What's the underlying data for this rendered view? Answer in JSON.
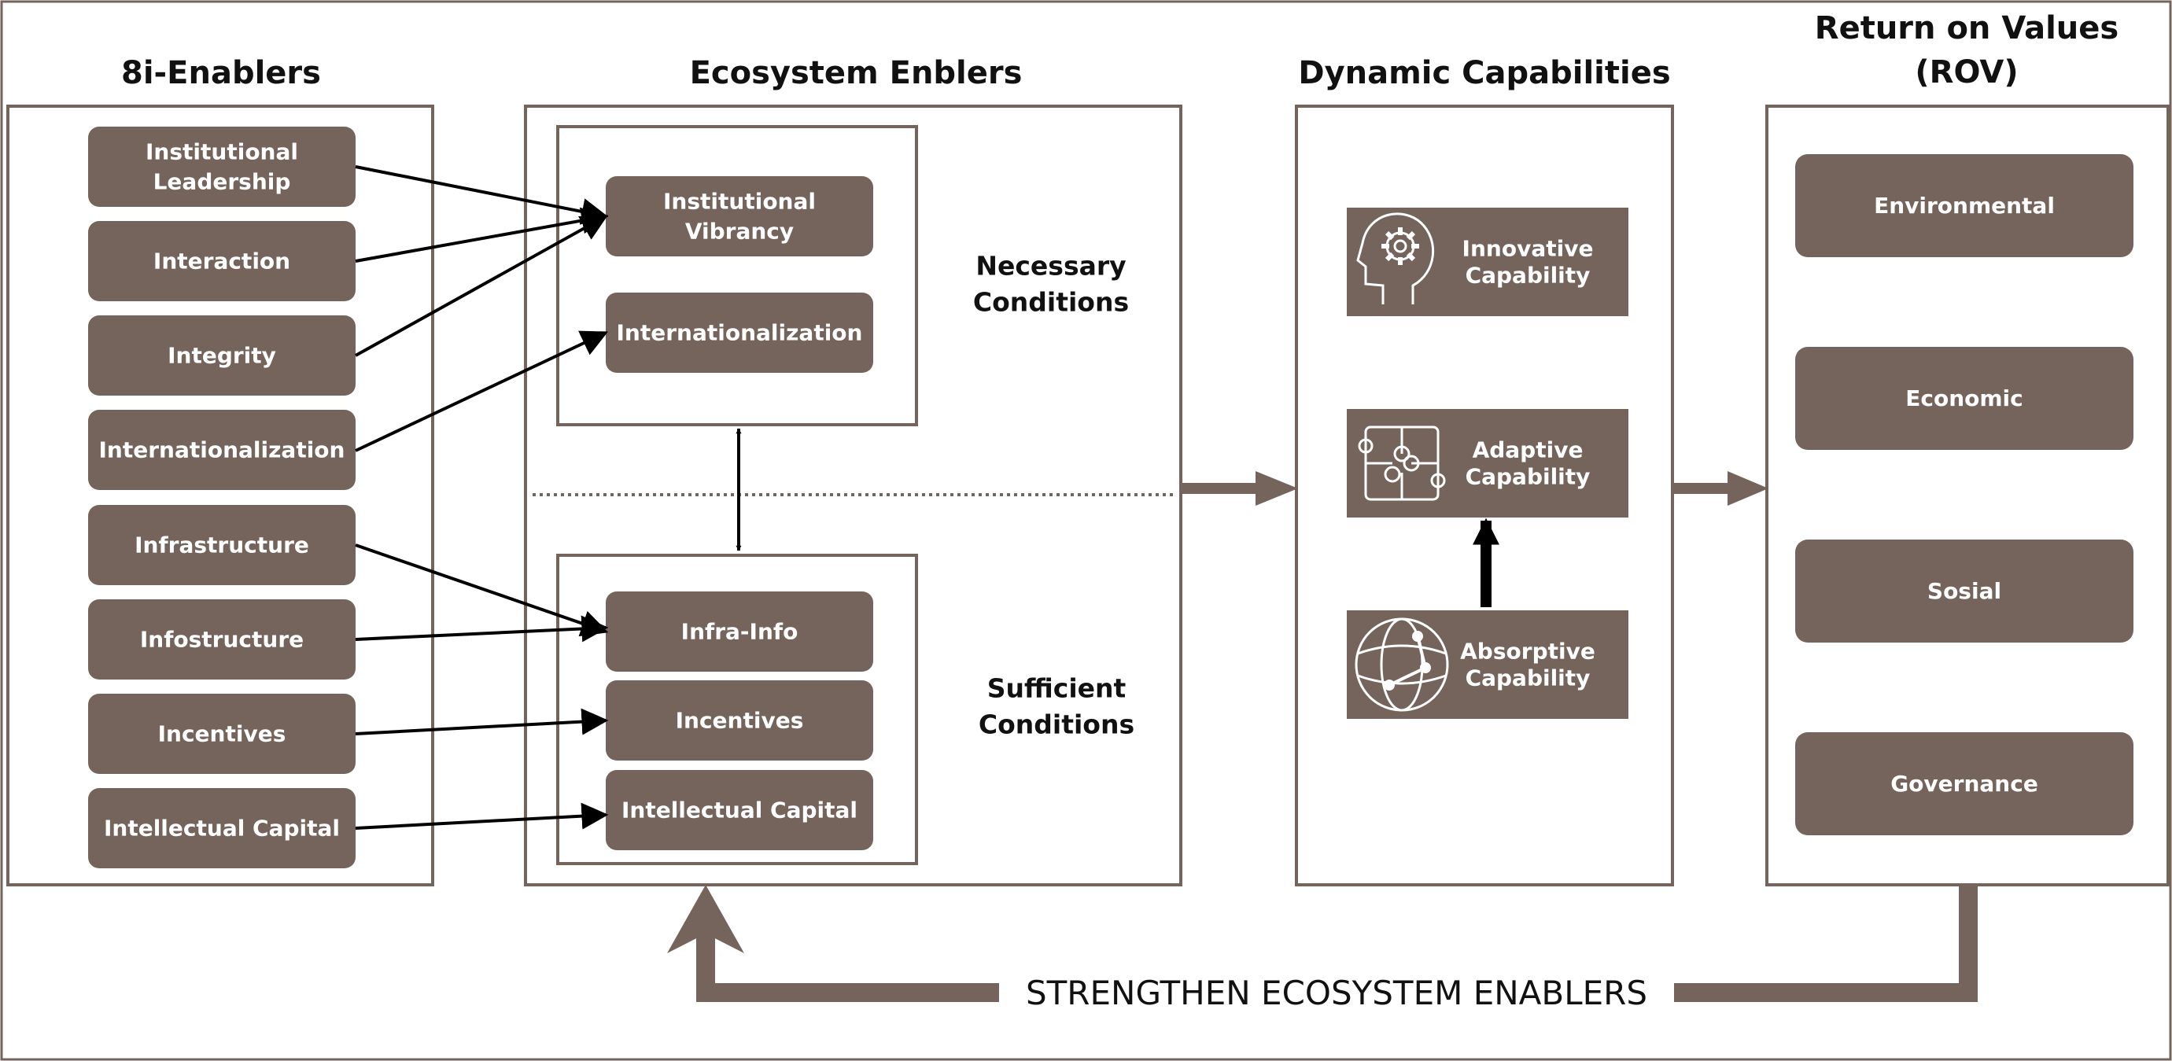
{
  "colors": {
    "box_fill": "#75645C",
    "frame_stroke": "#75645C",
    "connector": "#75645C",
    "arrow": "#000000",
    "text_dark": "#111111",
    "text_light": "#ffffff"
  },
  "columns": {
    "enablers_8i": {
      "title": "8i-Enablers",
      "items": [
        {
          "label": "Institutional\nLeadership"
        },
        {
          "label": "Interaction"
        },
        {
          "label": "Integrity"
        },
        {
          "label": "Internationalization"
        },
        {
          "label": "Infrastructure"
        },
        {
          "label": "Infostructure"
        },
        {
          "label": "Incentives"
        },
        {
          "label": "Intellectual Capital"
        }
      ]
    },
    "ecosystem_enablers": {
      "title": "Ecosystem Enblers",
      "necessary": {
        "label": "Necessary\nConditions",
        "items": [
          {
            "label": "Institutional\nVibrancy"
          },
          {
            "label": "Internationalization"
          }
        ]
      },
      "sufficient": {
        "label": "Sufficient\nConditions",
        "items": [
          {
            "label": "Infra-Info"
          },
          {
            "label": "Incentives"
          },
          {
            "label": "Intellectual Capital"
          }
        ]
      }
    },
    "dynamic_capabilities": {
      "title": "Dynamic Capabilities",
      "items": [
        {
          "label": "Innovative\nCapability",
          "icon": "head-gear-icon"
        },
        {
          "label": "Adaptive\nCapability",
          "icon": "puzzle-icon"
        },
        {
          "label": "Absorptive\nCapability",
          "icon": "globe-network-icon"
        }
      ]
    },
    "return_on_values": {
      "title": "Return on Values\n(ROV)",
      "items": [
        {
          "label": "Environmental"
        },
        {
          "label": "Economic"
        },
        {
          "label": "Sosial"
        },
        {
          "label": "Governance"
        }
      ]
    }
  },
  "feedback": {
    "label": "STRENGTHEN ECOSYSTEM ENABLERS"
  }
}
